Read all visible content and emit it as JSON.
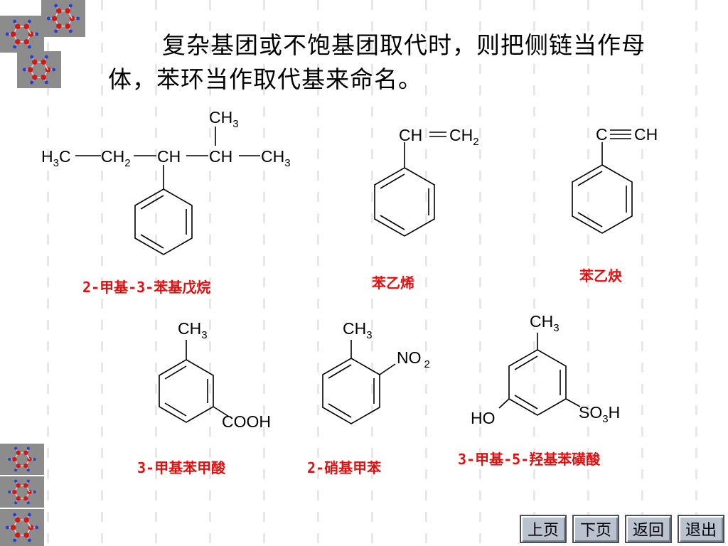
{
  "heading": "复杂基团或不饱基团取代时，则把侧链当作母体，苯环当作取代基来命名。",
  "names": {
    "c1": "2-甲基-3-苯基戊烷",
    "c2": "苯乙烯",
    "c3": "苯乙炔",
    "c4": "3-甲基苯甲酸",
    "c5": "2-硝基甲苯",
    "c6": "3-甲基-5-羟基苯磺酸"
  },
  "labels": {
    "CH": "CH",
    "C": "C",
    "H": "H",
    "O": "O",
    "N": "N",
    "S": "S",
    "COOH": "COOH",
    "HO": "HO",
    "n2": "2",
    "n3": "3"
  },
  "nav": {
    "prev": "上页",
    "next": "下页",
    "back": "返回",
    "exit": "退出"
  },
  "colors": {
    "name_red": "#e01010",
    "nav_bg": "#b9c2ce",
    "logo_tile": "#8c8c8c"
  },
  "icons": {
    "corner": "molecule-model-icon",
    "nav": "nav-button"
  }
}
